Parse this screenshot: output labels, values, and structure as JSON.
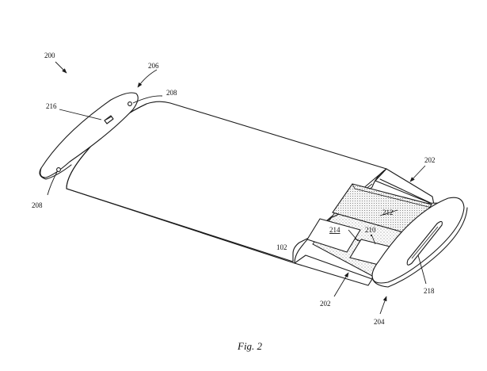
{
  "figure": {
    "caption": "Fig. 2",
    "labels": {
      "device": "200",
      "end_cap_left": "206",
      "port_left_top": "208",
      "port_left_bottom": "208",
      "button": "216",
      "tray_top": "202",
      "tray_bottom": "202",
      "board_212": "212",
      "component_210": "210",
      "component_214": "214",
      "display": "102",
      "slot": "218",
      "end_cap_right": "204"
    }
  }
}
